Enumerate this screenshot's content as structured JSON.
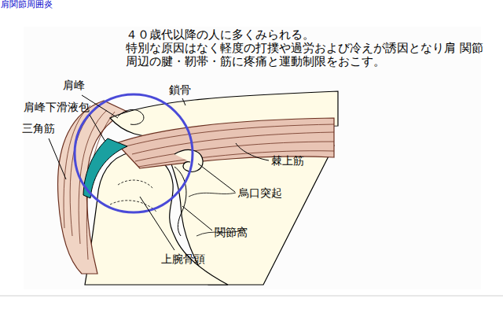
{
  "diagram": {
    "title": "肩関節周囲炎",
    "labels": [
      "４０歳代以降の人に多くみられる。",
      "特別な原因はなく軽度の打撲や過労および冷えが誘因となり肩 関節周辺の腱・靭帯・筋に疼痛と運動制限をおこす。",
      "肩峰",
      "鎖骨",
      "肩峰下滑液包",
      "三角筋",
      "棘上筋",
      "烏口突起",
      "関節窩",
      "上腕骨頭"
    ]
  }
}
